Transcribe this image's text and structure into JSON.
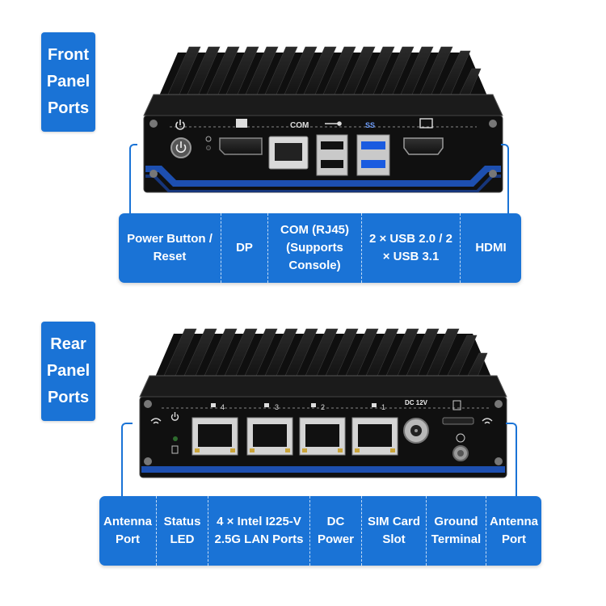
{
  "colors": {
    "accent": "#1a73d6",
    "chassis": "#141414",
    "text_on_accent": "#ffffff"
  },
  "front": {
    "tag_lines": [
      "Front",
      "Panel",
      "Ports"
    ],
    "panel_icons": [
      "power-icon",
      "led-icon",
      "displayport-icon",
      "com-text",
      "usb-icon",
      "usb3-icon",
      "hdmi-icon"
    ],
    "com_label": "COM",
    "usb3_label": "SS",
    "labels": [
      "Power Button / Reset",
      "DP",
      "COM (RJ45) (Supports Console)",
      "2 × USB 2.0 / 2 × USB 3.1",
      "HDMI"
    ]
  },
  "rear": {
    "tag_lines": [
      "Rear",
      "Panel",
      "Ports"
    ],
    "lan_numbers": [
      "4",
      "3",
      "2",
      "1"
    ],
    "dc_label": "DC 12V",
    "labels": [
      "Antenna Port",
      "Status LED",
      "4 × Intel I225-V 2.5G LAN Ports",
      "DC Power",
      "SIM Card Slot",
      "Ground Terminal",
      "Antenna Port"
    ]
  }
}
